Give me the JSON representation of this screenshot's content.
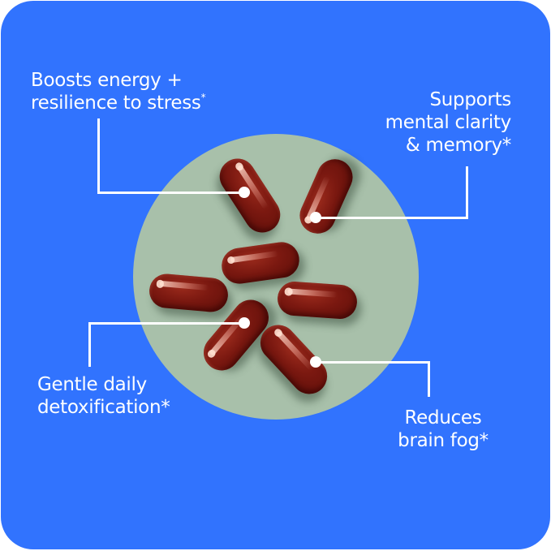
{
  "colors": {
    "background": "#3173fe",
    "circle": "#a8c0aa",
    "pill": "#7a1810",
    "text": "#ffffff",
    "callout_line": "#ffffff"
  },
  "product_image": {
    "description": "softgel capsules",
    "capsule_count": 7
  },
  "callouts": [
    {
      "id": "energy",
      "lines": [
        "Boosts energy +",
        "resilience to stress"
      ],
      "asterisk": "*",
      "position": "top-left"
    },
    {
      "id": "clarity",
      "lines": [
        "Supports",
        "mental clarity",
        "& memory*"
      ],
      "position": "top-right"
    },
    {
      "id": "detox",
      "lines": [
        "Gentle daily",
        "detoxification*"
      ],
      "position": "bottom-left"
    },
    {
      "id": "brain-fog",
      "lines": [
        "Reduces",
        "brain fog*"
      ],
      "position": "bottom-right"
    }
  ]
}
